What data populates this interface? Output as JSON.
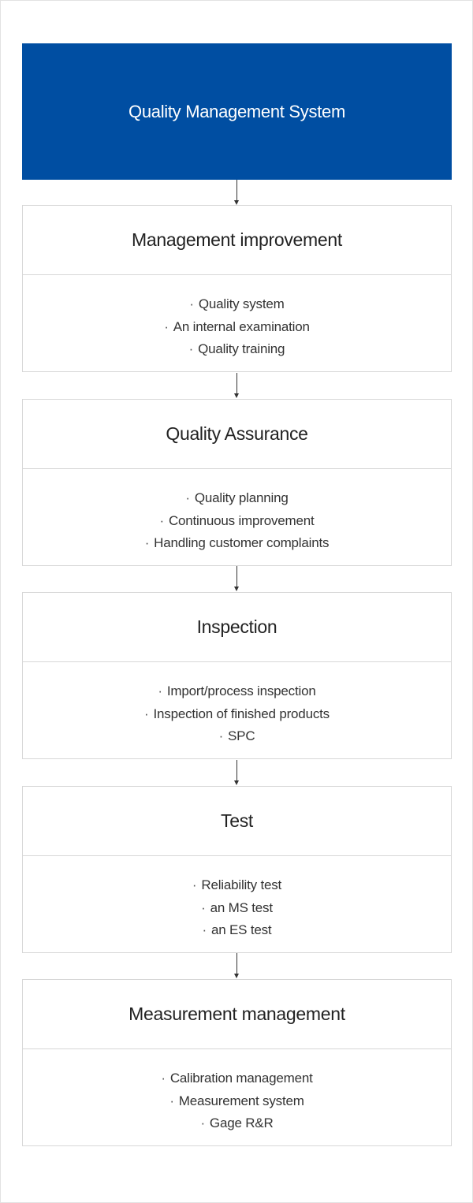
{
  "header": {
    "title": "Quality Management System"
  },
  "cards": [
    {
      "title": "Management improvement",
      "items": [
        "Quality system",
        "An internal examination",
        "Quality training"
      ]
    },
    {
      "title": "Quality Assurance",
      "items": [
        "Quality planning",
        "Continuous improvement",
        "Handling customer complaints"
      ]
    },
    {
      "title": "Inspection",
      "items": [
        "Import/process inspection",
        "Inspection of finished products",
        "SPC"
      ]
    },
    {
      "title": "Test",
      "items": [
        "Reliability test",
        "an MS test",
        "an ES test"
      ]
    },
    {
      "title": "Measurement management",
      "items": [
        "Calibration management",
        "Measurement system",
        "Gage R&R"
      ]
    }
  ],
  "bullet": "·",
  "colors": {
    "header_bg": "#004ea2",
    "header_text": "#ffffff",
    "border": "#d7d7d7",
    "arrow": "#333333"
  }
}
